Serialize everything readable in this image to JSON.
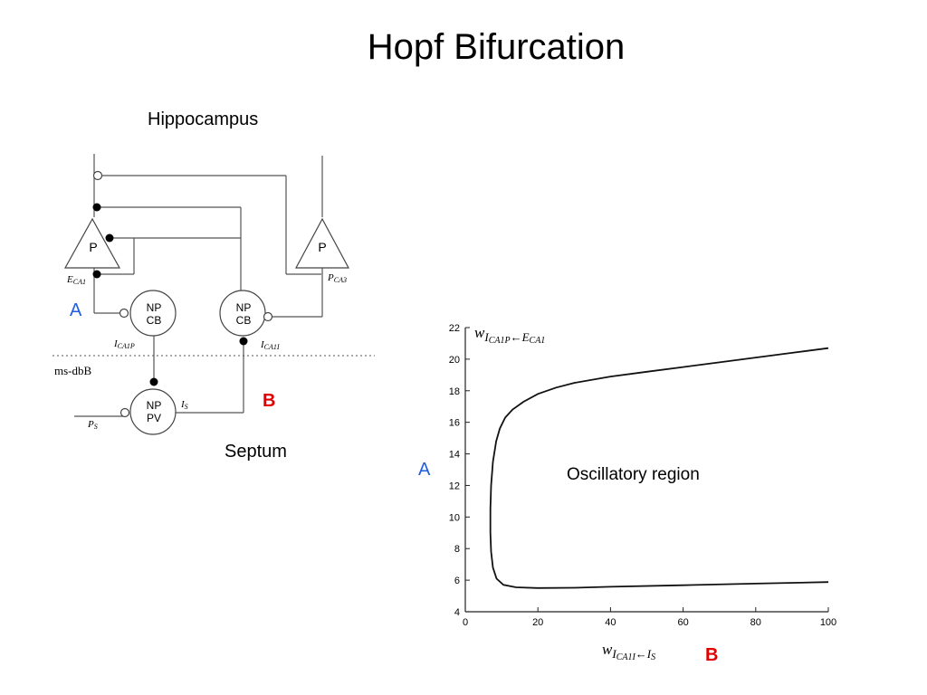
{
  "title": "Hopf Bifurcation",
  "diagram": {
    "hippocampus_label": "Hippocampus",
    "septum_label": "Septum",
    "divider_label": "ms-dbB",
    "cells": {
      "p_left": "P",
      "p_right": "P",
      "np_cb_left": [
        "NP",
        "CB"
      ],
      "np_cb_right": [
        "NP",
        "CB"
      ],
      "np_pv": [
        "NP",
        "PV"
      ]
    },
    "labels": {
      "e_ca1_main": "E",
      "e_ca1_sub": "CA1",
      "p_ca3_main": "P",
      "p_ca3_sub": "CA3",
      "i_ca1p_main": "I",
      "i_ca1p_sub": "CA1P",
      "i_ca1i_main": "I",
      "i_ca1i_sub": "CA1I",
      "i_s_main": "I",
      "i_s_sub": "S",
      "p_s_main": "P",
      "p_s_sub": "S"
    },
    "marker_a": "A",
    "marker_b": "B",
    "marker_a_color": "#1f5fe0",
    "marker_b_color": "#e00000"
  },
  "chart_data": {
    "type": "line",
    "title": "",
    "xlabel": "w I_CA1I←I_S",
    "ylabel": "w I_CA1P←E_CA1",
    "xlim": [
      0,
      100
    ],
    "ylim": [
      4,
      22
    ],
    "xticks": [
      0,
      20,
      40,
      60,
      80,
      100
    ],
    "yticks": [
      4,
      6,
      8,
      10,
      12,
      14,
      16,
      18,
      20,
      22
    ],
    "ylabel_parts": {
      "w": "w",
      "i": "I",
      "i_sub": "CA1P",
      "arrow": "←",
      "e": "E",
      "e_sub": "CA1"
    },
    "xlabel_parts": {
      "w": "w",
      "i": "I",
      "i_sub": "CA1I",
      "arrow": "←",
      "s": "I",
      "s_sub": "S"
    },
    "annotation": "Oscillatory region",
    "axis_marker_a": "A",
    "axis_marker_b": "B",
    "series": [
      {
        "values": [
          [
            100,
            20.7
          ],
          [
            90,
            20.4
          ],
          [
            80,
            20.1
          ],
          [
            70,
            19.8
          ],
          [
            60,
            19.5
          ],
          [
            50,
            19.2
          ],
          [
            40,
            18.9
          ],
          [
            30,
            18.5
          ],
          [
            25,
            18.2
          ],
          [
            20,
            17.8
          ],
          [
            16,
            17.3
          ],
          [
            13,
            16.8
          ],
          [
            11,
            16.3
          ],
          [
            9.5,
            15.6
          ],
          [
            8.5,
            14.8
          ],
          [
            7.6,
            13.5
          ],
          [
            7.1,
            12.0
          ],
          [
            6.9,
            10.5
          ],
          [
            6.9,
            9.0
          ],
          [
            7.1,
            7.8
          ],
          [
            7.6,
            6.8
          ],
          [
            8.6,
            6.1
          ],
          [
            10.5,
            5.7
          ],
          [
            14,
            5.55
          ],
          [
            20,
            5.5
          ],
          [
            30,
            5.52
          ],
          [
            40,
            5.58
          ],
          [
            60,
            5.68
          ],
          [
            80,
            5.78
          ],
          [
            100,
            5.88
          ]
        ]
      }
    ]
  }
}
